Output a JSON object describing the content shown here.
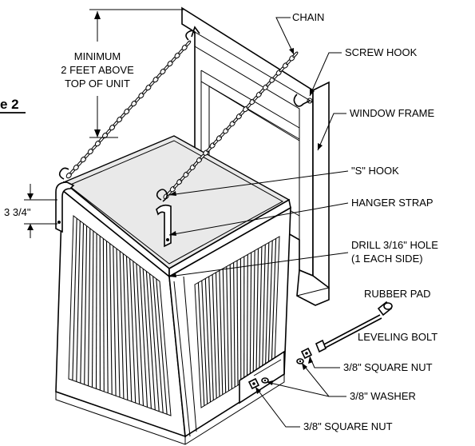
{
  "figure": {
    "label": "e 2"
  },
  "labels": {
    "chain": "CHAIN",
    "minimum_line1": "MINIMUM",
    "minimum_line2": "2 FEET ABOVE",
    "minimum_line3": "TOP OF UNIT",
    "screw_hook": "SCREW HOOK",
    "window_frame": "WINDOW FRAME",
    "s_hook": "\"S\" HOOK",
    "hanger_strap": "HANGER STRAP",
    "dimension": "3 3/4\"",
    "drill_line1": "DRILL 3/16\" HOLE",
    "drill_line2": "(1 EACH SIDE)",
    "rubber_pad": "RUBBER PAD",
    "leveling_bolt": "LEVELING BOLT",
    "square_nut_upper": "3/8\" SQUARE NUT",
    "washer": "3/8\" WASHER",
    "square_nut_lower": "3/8\" SQUARE NUT"
  }
}
